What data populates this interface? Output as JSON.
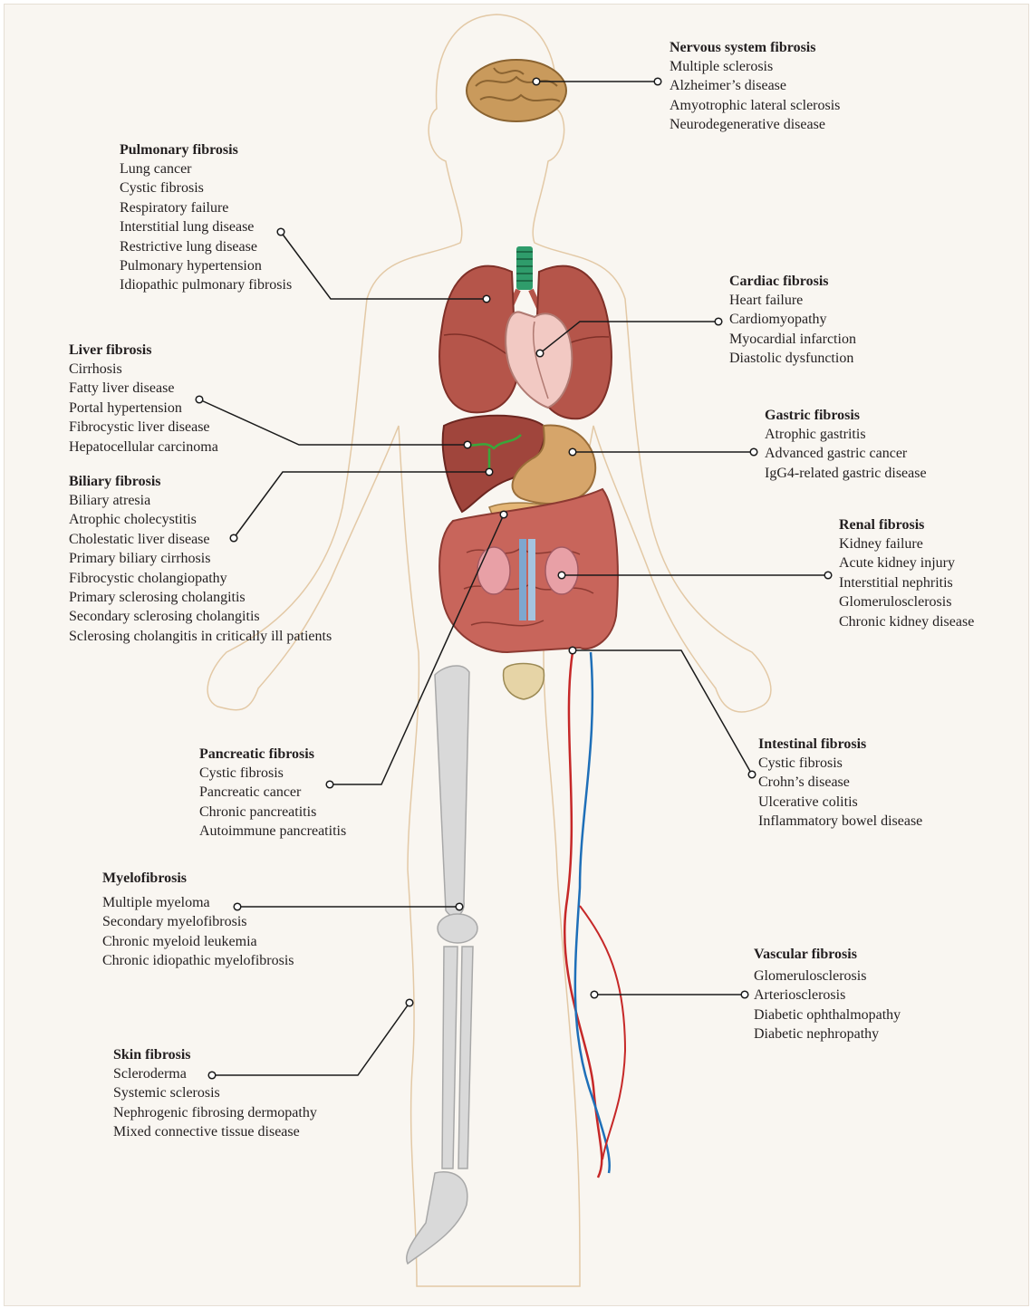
{
  "colors": {
    "background": "#f9f6f1",
    "body_outline": "#e3c9a6",
    "organ_red": "#b5554a",
    "bone": "#d9d9d9",
    "artery": "#c62828",
    "vein": "#1e6fb8",
    "leader_line": "#1a1a1a"
  },
  "groups": [
    {
      "id": "nervous",
      "title": "Nervous system fibrosis",
      "items": [
        "Multiple sclerosis",
        "Alzheimer’s disease",
        "Amyotrophic lateral sclerosis",
        "Neurodegenerative disease"
      ]
    },
    {
      "id": "pulmonary",
      "title": "Pulmonary fibrosis",
      "items": [
        "Lung cancer",
        "Cystic fibrosis",
        "Respiratory failure",
        "Interstitial lung disease",
        "Restrictive lung disease",
        "Pulmonary hypertension",
        "Idiopathic pulmonary fibrosis"
      ]
    },
    {
      "id": "cardiac",
      "title": "Cardiac fibrosis",
      "items": [
        "Heart failure",
        "Cardiomyopathy",
        "Myocardial infarction",
        "Diastolic dysfunction"
      ]
    },
    {
      "id": "liver",
      "title": "Liver fibrosis",
      "items": [
        "Cirrhosis",
        "Fatty liver disease",
        "Portal hypertension",
        "Fibrocystic liver disease",
        "Hepatocellular carcinoma"
      ]
    },
    {
      "id": "gastric",
      "title": "Gastric fibrosis",
      "items": [
        "Atrophic gastritis",
        "Advanced gastric cancer",
        "IgG4-related gastric disease"
      ]
    },
    {
      "id": "biliary",
      "title": "Biliary fibrosis",
      "items": [
        "Biliary atresia",
        "Atrophic cholecystitis",
        "Cholestatic liver disease",
        "Primary biliary cirrhosis",
        "Fibrocystic cholangiopathy",
        "Primary sclerosing cholangitis",
        "Secondary sclerosing cholangitis",
        "Sclerosing cholangitis in critically ill patients"
      ]
    },
    {
      "id": "renal",
      "title": "Renal fibrosis",
      "items": [
        "Kidney failure",
        "Acute kidney injury",
        "Interstitial nephritis",
        "Glomerulosclerosis",
        "Chronic kidney disease"
      ]
    },
    {
      "id": "pancreatic",
      "title": "Pancreatic fibrosis",
      "items": [
        "Cystic fibrosis",
        "Pancreatic cancer",
        "Chronic pancreatitis",
        "Autoimmune pancreatitis"
      ]
    },
    {
      "id": "intestinal",
      "title": "Intestinal fibrosis",
      "items": [
        "Cystic fibrosis",
        "Crohn’s disease",
        "Ulcerative colitis",
        "Inflammatory bowel disease"
      ]
    },
    {
      "id": "myelo",
      "title": "Myelofibrosis",
      "items": [
        "Multiple myeloma",
        "Secondary myelofibrosis",
        "Chronic myeloid leukemia",
        "Chronic idiopathic myelofibrosis"
      ]
    },
    {
      "id": "vascular",
      "title": "Vascular fibrosis",
      "items": [
        "Glomerulosclerosis",
        "Arteriosclerosis",
        "Diabetic ophthalmopathy",
        "Diabetic nephropathy"
      ]
    },
    {
      "id": "skin",
      "title": "Skin fibrosis",
      "items": [
        "Scleroderma",
        "Systemic sclerosis",
        "Nephrogenic fibrosing dermopathy",
        "Mixed connective tissue disease"
      ]
    }
  ]
}
